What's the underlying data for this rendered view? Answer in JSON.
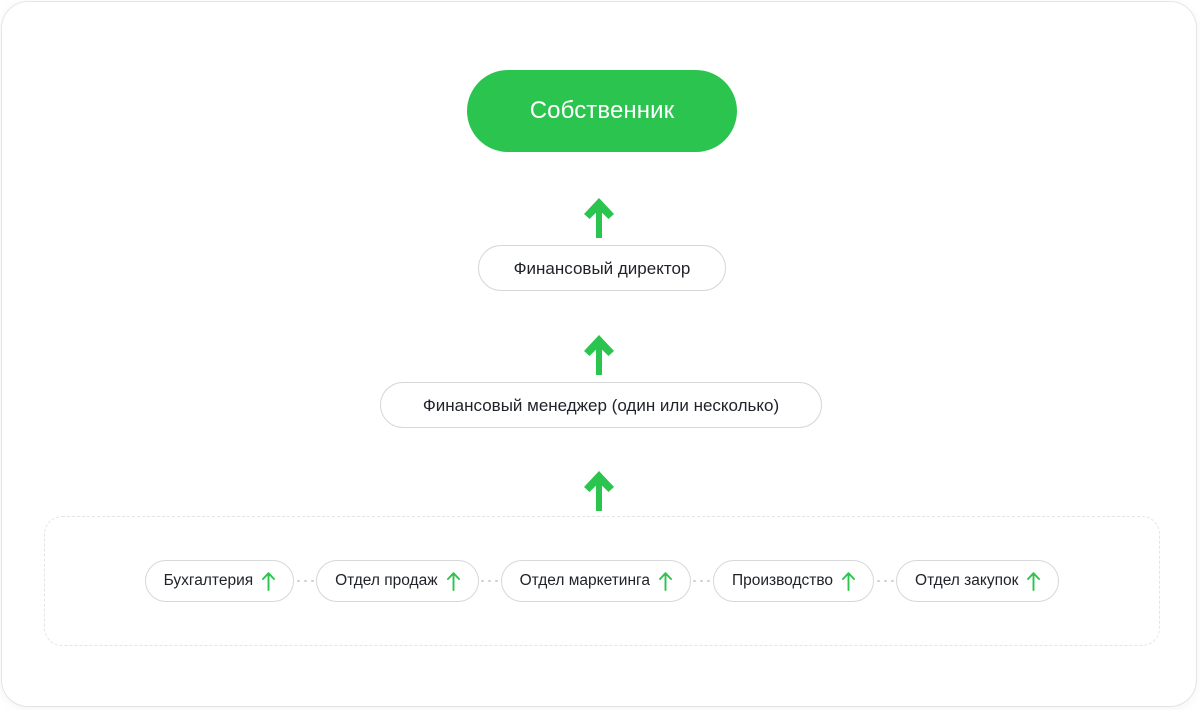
{
  "diagram": {
    "title_node": {
      "label": "Собственник",
      "color": "#2bc44f",
      "text_color": "#ffffff"
    },
    "levels": [
      {
        "name": "cfo",
        "label": "Финансовый директор"
      },
      {
        "name": "finance-manager",
        "label": "Финансовый менеджер (один или несколько)"
      }
    ],
    "arrows": [
      {
        "name": "arrow-owner",
        "icon": "arrow-up-icon"
      },
      {
        "name": "arrow-cfo",
        "icon": "arrow-up-icon"
      },
      {
        "name": "arrow-finance-manager",
        "icon": "arrow-up-icon"
      }
    ],
    "departments": {
      "container_style": "dashed",
      "items": [
        {
          "label": "Бухгалтерия",
          "icon": "arrow-up-icon"
        },
        {
          "label": "Отдел продаж",
          "icon": "arrow-up-icon"
        },
        {
          "label": "Отдел маркетинга",
          "icon": "arrow-up-icon"
        },
        {
          "label": "Производство",
          "icon": "arrow-up-icon"
        },
        {
          "label": "Отдел закупок",
          "icon": "arrow-up-icon"
        }
      ]
    },
    "colors": {
      "accent_green": "#2bc44f",
      "pill_border": "#d6d7d9",
      "dashed_border": "#e3e4e6",
      "text": "#20232a",
      "card_background": "#ffffff"
    }
  }
}
